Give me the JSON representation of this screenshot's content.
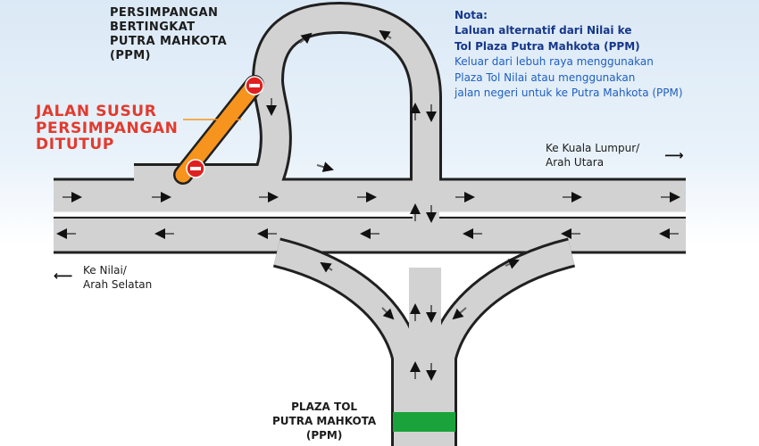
{
  "junction_title": [
    "PERSIMPANGAN",
    "BERTINGKAT",
    "PUTRA MAHKOTA",
    "(PPM)"
  ],
  "closed_label": [
    "JALAN SUSUR",
    "PERSIMPANGAN",
    "DITUTUP"
  ],
  "note": {
    "heading": "Nota:",
    "lines_bold": [
      "Laluan alternatif dari Nilai ke",
      "Tol Plaza Putra Mahkota (PPM)"
    ],
    "lines": [
      "Keluar dari lebuh raya menggunakan",
      "Plaza Tol Nilai atau menggunakan",
      "jalan negeri untuk ke Putra Mahkota (PPM)"
    ]
  },
  "direction_north": [
    "Ke Kuala Lumpur/",
    "Arah Utara"
  ],
  "direction_south": [
    "Ke Nilai/",
    "Arah Selatan"
  ],
  "plaza": [
    "PLAZA TOL",
    "PUTRA MAHKOTA",
    "(PPM)"
  ],
  "colors": {
    "road": "#d2d2d2",
    "road_edge": "#202020",
    "closed_ramp": "#f7941d",
    "closed_label": "#e23b2e",
    "no_entry": "#e02020",
    "toll_plaza": "#1aa33a",
    "note_heading": "#16378a",
    "note_text": "#1f5fbf",
    "sky": "#dbe9f6"
  },
  "icons": [
    "no-entry-icon",
    "lane-arrow-icon",
    "right-arrow-icon",
    "left-arrow-icon"
  ]
}
